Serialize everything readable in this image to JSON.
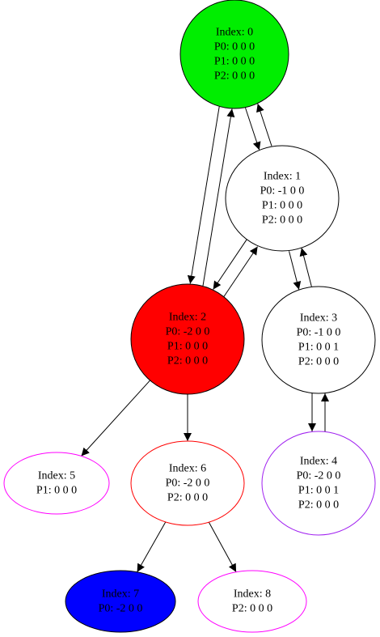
{
  "colors": {
    "edge": "#000000",
    "label": "#000000"
  },
  "nodes": [
    {
      "id": "n0",
      "fill": "#00ee00",
      "stroke": "#000000",
      "lines": [
        "Index: 0",
        "P0: 0 0 0",
        "P1: 0 0 0",
        "P2: 0 0 0"
      ]
    },
    {
      "id": "n1",
      "fill": "#ffffff",
      "stroke": "#000000",
      "lines": [
        "Index: 1",
        "P0: -1 0 0",
        "P1: 0 0 0",
        "P2: 0 0 0"
      ]
    },
    {
      "id": "n2",
      "fill": "#ff0000",
      "stroke": "#000000",
      "lines": [
        "Index: 2",
        "P0: -2 0 0",
        "P1: 0 0 0",
        "P2: 0 0 0"
      ]
    },
    {
      "id": "n3",
      "fill": "#ffffff",
      "stroke": "#000000",
      "lines": [
        "Index: 3",
        "P0: -1 0 0",
        "P1: 0 0 1",
        "P2: 0 0 0"
      ]
    },
    {
      "id": "n4",
      "fill": "#ffffff",
      "stroke": "#a020f0",
      "lines": [
        "Index: 4",
        "P0: -2 0 0",
        "P1: 0 0 1",
        "P2: 0 0 0"
      ]
    },
    {
      "id": "n5",
      "fill": "#ffffff",
      "stroke": "#ff00ff",
      "lines": [
        "Index: 5",
        "P1: 0 0 0"
      ]
    },
    {
      "id": "n6",
      "fill": "#ffffff",
      "stroke": "#ff0000",
      "lines": [
        "Index: 6",
        "P0: -2 0 0",
        "P2: 0 0 0"
      ]
    },
    {
      "id": "n7",
      "fill": "#0000ff",
      "stroke": "#000000",
      "lines": [
        "Index: 7",
        "P0: -2 0 0"
      ]
    },
    {
      "id": "n8",
      "fill": "#ffffff",
      "stroke": "#ff00ff",
      "lines": [
        "Index: 8",
        "P2: 0 0 0"
      ]
    }
  ],
  "edges": [
    {
      "id": "e0-1",
      "from": "n0",
      "to": "n1"
    },
    {
      "id": "e1-0",
      "from": "n1",
      "to": "n0"
    },
    {
      "id": "e0-2",
      "from": "n0",
      "to": "n2"
    },
    {
      "id": "e2-0",
      "from": "n2",
      "to": "n0"
    },
    {
      "id": "e1-2",
      "from": "n1",
      "to": "n2"
    },
    {
      "id": "e2-1",
      "from": "n2",
      "to": "n1"
    },
    {
      "id": "e1-3",
      "from": "n1",
      "to": "n3"
    },
    {
      "id": "e3-1",
      "from": "n3",
      "to": "n1"
    },
    {
      "id": "e3-4",
      "from": "n3",
      "to": "n4"
    },
    {
      "id": "e4-3",
      "from": "n4",
      "to": "n3"
    },
    {
      "id": "e2-5",
      "from": "n2",
      "to": "n5"
    },
    {
      "id": "e2-6",
      "from": "n2",
      "to": "n6"
    },
    {
      "id": "e6-7",
      "from": "n6",
      "to": "n7"
    },
    {
      "id": "e6-8",
      "from": "n6",
      "to": "n8"
    }
  ]
}
